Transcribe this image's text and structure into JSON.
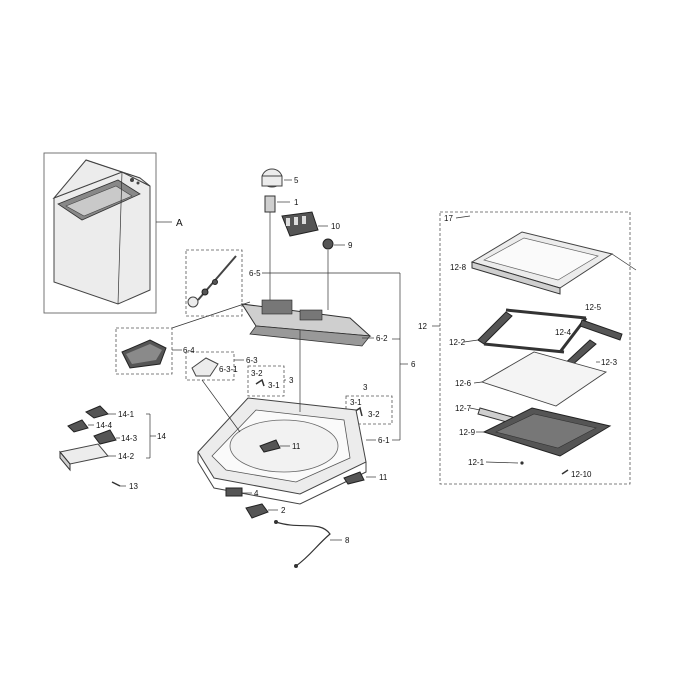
{
  "callouts": {
    "A": "A",
    "p1": "1",
    "p2": "2",
    "p3a": "3",
    "p3b": "3",
    "p3_1a": "3-1",
    "p3_1b": "3-1",
    "p3_2a": "3-2",
    "p3_2b": "3-2",
    "p4": "4",
    "p5": "5",
    "p6": "6",
    "p6_1": "6-1",
    "p6_2": "6-2",
    "p6_3": "6-3",
    "p6_3_1": "6-3-1",
    "p6_4": "6-4",
    "p6_5": "6-5",
    "p8": "8",
    "p9": "9",
    "p10": "10",
    "p11a": "11",
    "p11b": "11",
    "p12": "12",
    "p12_1": "12-1",
    "p12_2": "12-2",
    "p12_3": "12-3",
    "p12_4": "12-4",
    "p12_5": "12-5",
    "p12_6": "12-6",
    "p12_7": "12-7",
    "p12_8": "12-8",
    "p12_9": "12-9",
    "p12_10": "12-10",
    "p13": "13",
    "p14": "14",
    "p14_1": "14-1",
    "p14_2": "14-2",
    "p14_3": "14-3",
    "p14_4": "14-4",
    "p17": "17"
  }
}
